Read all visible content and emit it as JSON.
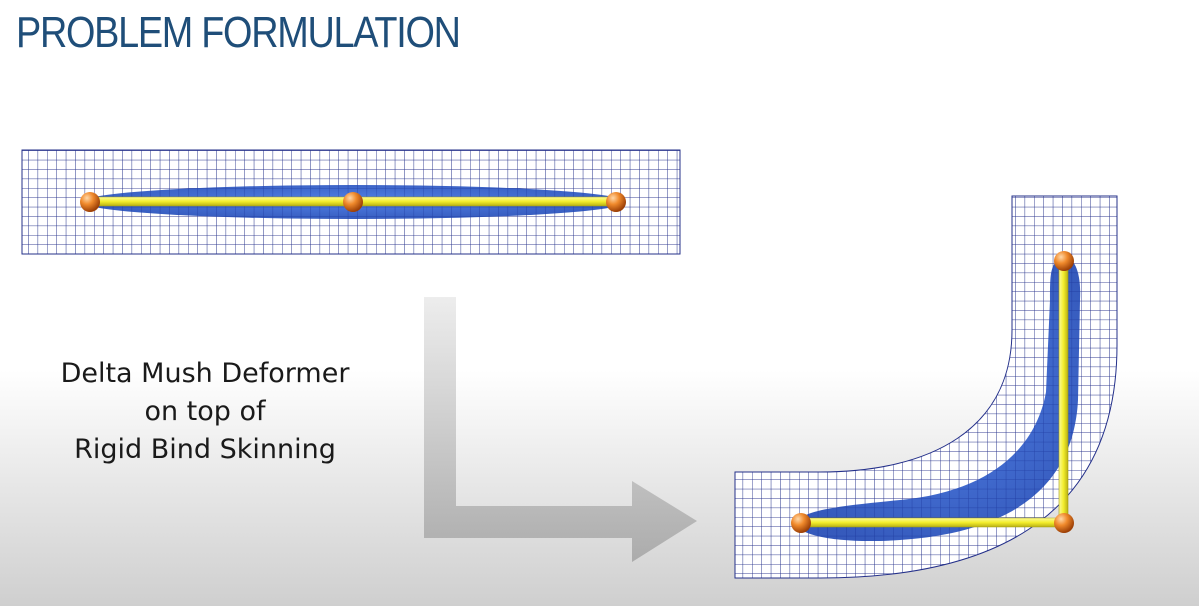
{
  "slide": {
    "title": "PROBLEM FORMULATION",
    "caption_lines": [
      "Delta Mush Deformer",
      "on top of",
      "Rigid Bind Skinning"
    ]
  },
  "colors": {
    "title": "#1f4e79",
    "grid_lines": "#24308a",
    "volume_fill": "#2b5fd1",
    "bone": "#f3ee2c",
    "joint": "#e8731f",
    "arrow": "#b9b9b9"
  },
  "icons": [
    "joint-sphere-icon",
    "bone-segment-icon",
    "transition-arrow-icon"
  ]
}
